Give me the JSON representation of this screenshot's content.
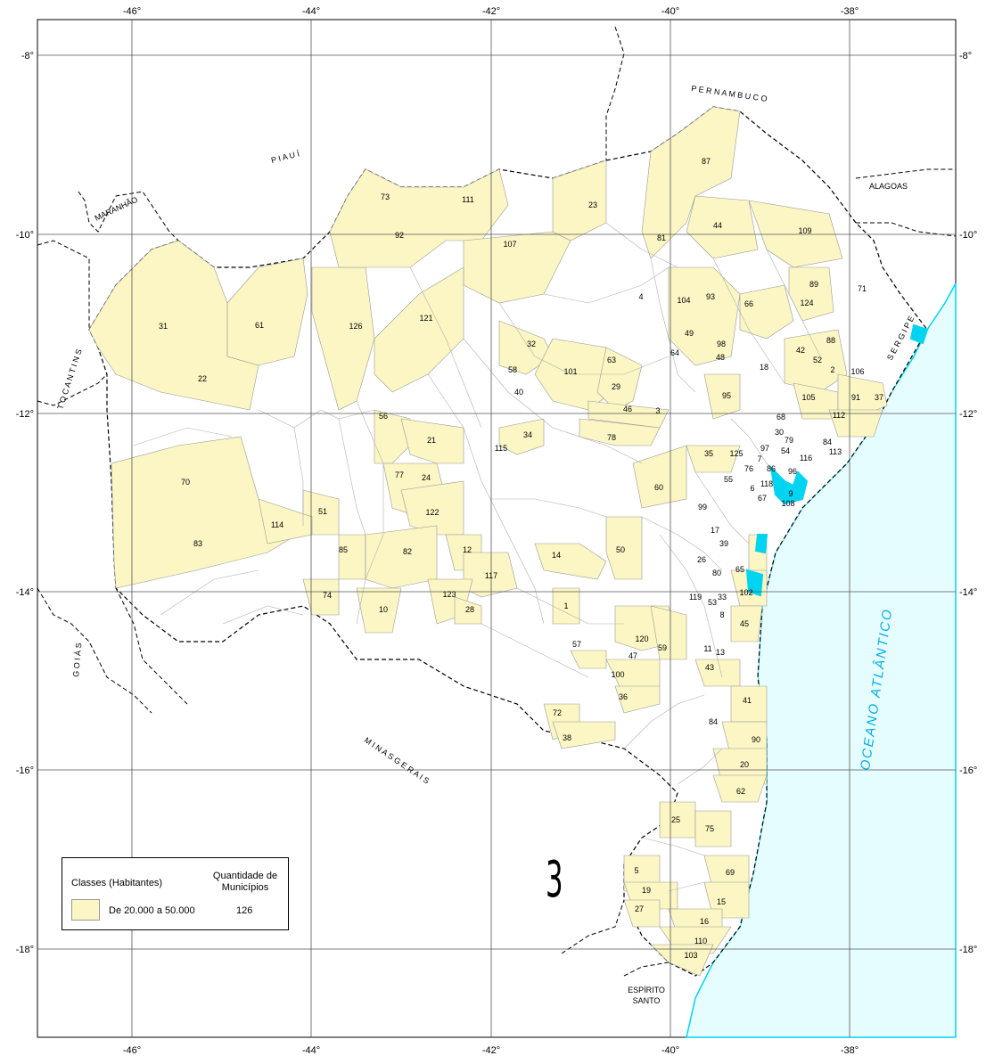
{
  "map": {
    "longitude_ticks": [
      "-46°",
      "-44°",
      "-42°",
      "-40°",
      "-38°"
    ],
    "latitude_ticks": [
      "-8°",
      "-10°",
      "-12°",
      "-14°",
      "-16°",
      "-18°"
    ],
    "neighbors": {
      "piaui": "P I A U Í",
      "pernambuco": "P E R N A M B U C O",
      "maranhao": "MARANHÃO",
      "alagoas": "ALAGOAS",
      "sergipe": "S E R G I P E",
      "tocantins": "T O C A N T I N S",
      "goias": "G O I Á S",
      "minas_gerais": "M I N A S   G E R A I S",
      "espirito_santo_line1": "ESPÍRITO",
      "espirito_santo_line2": "SANTO"
    },
    "ocean": "OCEANO   ATLÂNTICO",
    "municipality_labels": [
      "87",
      "73",
      "111",
      "23",
      "92",
      "107",
      "81",
      "44",
      "109",
      "4",
      "104",
      "93",
      "66",
      "89",
      "124",
      "71",
      "31",
      "61",
      "126",
      "121",
      "32",
      "49",
      "98",
      "48",
      "64",
      "42",
      "88",
      "52",
      "2",
      "106",
      "58",
      "101",
      "63",
      "18",
      "40",
      "29",
      "95",
      "105",
      "91",
      "37",
      "22",
      "56",
      "46",
      "3",
      "112",
      "68",
      "30",
      "21",
      "34",
      "115",
      "78",
      "79",
      "84",
      "97",
      "7",
      "54",
      "113",
      "35",
      "125",
      "116",
      "76",
      "86",
      "96",
      "118",
      "55",
      "6",
      "67",
      "9",
      "108",
      "70",
      "77",
      "24",
      "60",
      "51",
      "99",
      "114",
      "122",
      "17",
      "39",
      "83",
      "85",
      "82",
      "12",
      "14",
      "50",
      "26",
      "80",
      "117",
      "65",
      "102",
      "33",
      "74",
      "119",
      "53",
      "8",
      "123",
      "1",
      "45",
      "10",
      "28",
      "120",
      "59",
      "57",
      "47",
      "11",
      "13",
      "43",
      "100",
      "36",
      "41",
      "72",
      "84",
      "38",
      "90",
      "20",
      "62",
      "25",
      "75",
      "5",
      "69",
      "19",
      "27",
      "15",
      "16",
      "110",
      "103"
    ],
    "plate_number": "3"
  },
  "legend": {
    "classes_header": "Classes (Habitantes)",
    "count_header_line1": "Quantidade de",
    "count_header_line2": "Municípios",
    "class_label": "De 20.000 a 50.000",
    "class_count": "126"
  },
  "colors": {
    "highlight": "#fbf6c3",
    "ocean": "#e6fdff",
    "coast": "#00d4f0",
    "grid": "#555555"
  }
}
